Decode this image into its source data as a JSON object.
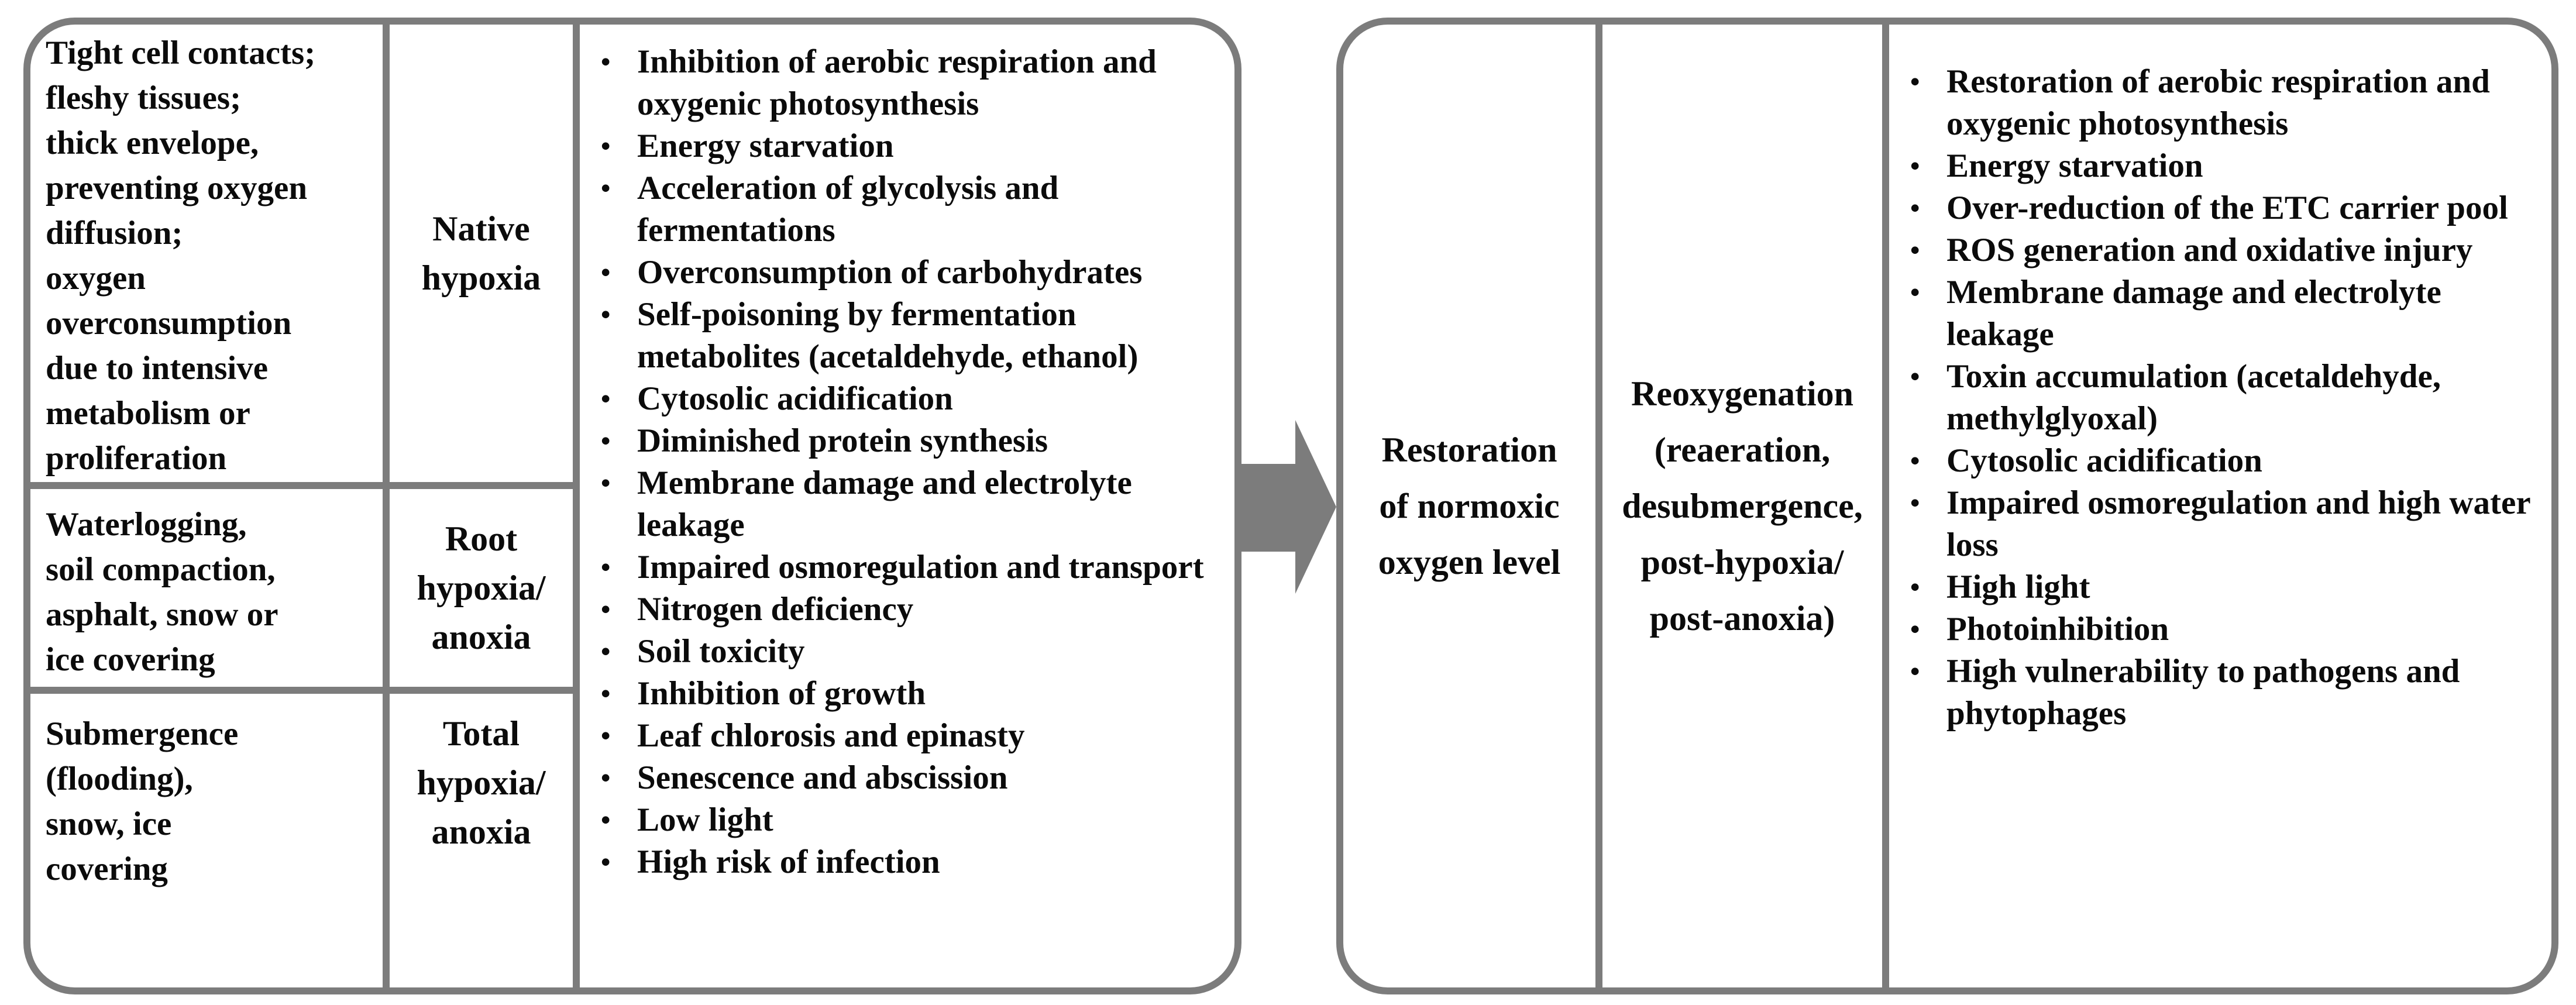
{
  "figure": {
    "background": "#ffffff",
    "border_color": "#7c7c7c",
    "text_color": "#0b0b0b",
    "arrow_color": "#7c7c7c",
    "bullet_char": "•"
  },
  "left_panel": {
    "rows": [
      {
        "cause": "Tight cell contacts;\nfleshy tissues;\nthick envelope,\npreventing oxygen\ndiffusion;\noxygen\noverconsumption\ndue to intensive\nmetabolism or\nproliferation",
        "type": "Native\nhypoxia"
      },
      {
        "cause": "Waterlogging,\nsoil compaction,\nasphalt, snow or\nice covering",
        "type": "Root\nhypoxia/\nanoxia"
      },
      {
        "cause": "Submergence\n(flooding),\nsnow, ice\ncovering",
        "type": "Total\nhypoxia/\nanoxia"
      }
    ],
    "effects": [
      "Inhibition of aerobic respiration and oxygenic photosynthesis",
      "Energy starvation",
      "Acceleration of glycolysis and fermentations",
      "Overconsumption of carbohydrates",
      "Self-poisoning by fermentation metabolites (acetaldehyde, ethanol)",
      "Cytosolic acidification",
      "Diminished protein synthesis",
      "Membrane damage and electrolyte leakage",
      "Impaired osmoregulation and transport",
      "Nitrogen deficiency",
      "Soil toxicity",
      "Inhibition of growth",
      "Leaf chlorosis and epinasty",
      "Senescence and abscission",
      "Low light",
      "High risk of infection"
    ]
  },
  "arrow": {
    "direction": "right"
  },
  "right_panel": {
    "restoration_label": "Restoration\nof normoxic\noxygen level",
    "reoxygenation_label": "Reoxygenation\n(reaeration,\ndesubmergence,\npost-hypoxia/\npost-anoxia)",
    "effects": [
      "Restoration of aerobic respiration and oxygenic photosynthesis",
      "Energy starvation",
      "Over-reduction of the ETC carrier pool",
      "ROS generation and oxidative injury",
      "Membrane damage and electrolyte leakage",
      "Toxin accumulation (acetaldehyde, methylglyoxal)",
      "Cytosolic acidification",
      "Impaired osmoregulation and high water loss",
      "High light",
      "Photoinhibition",
      "High vulnerability to pathogens and phytophages"
    ]
  }
}
